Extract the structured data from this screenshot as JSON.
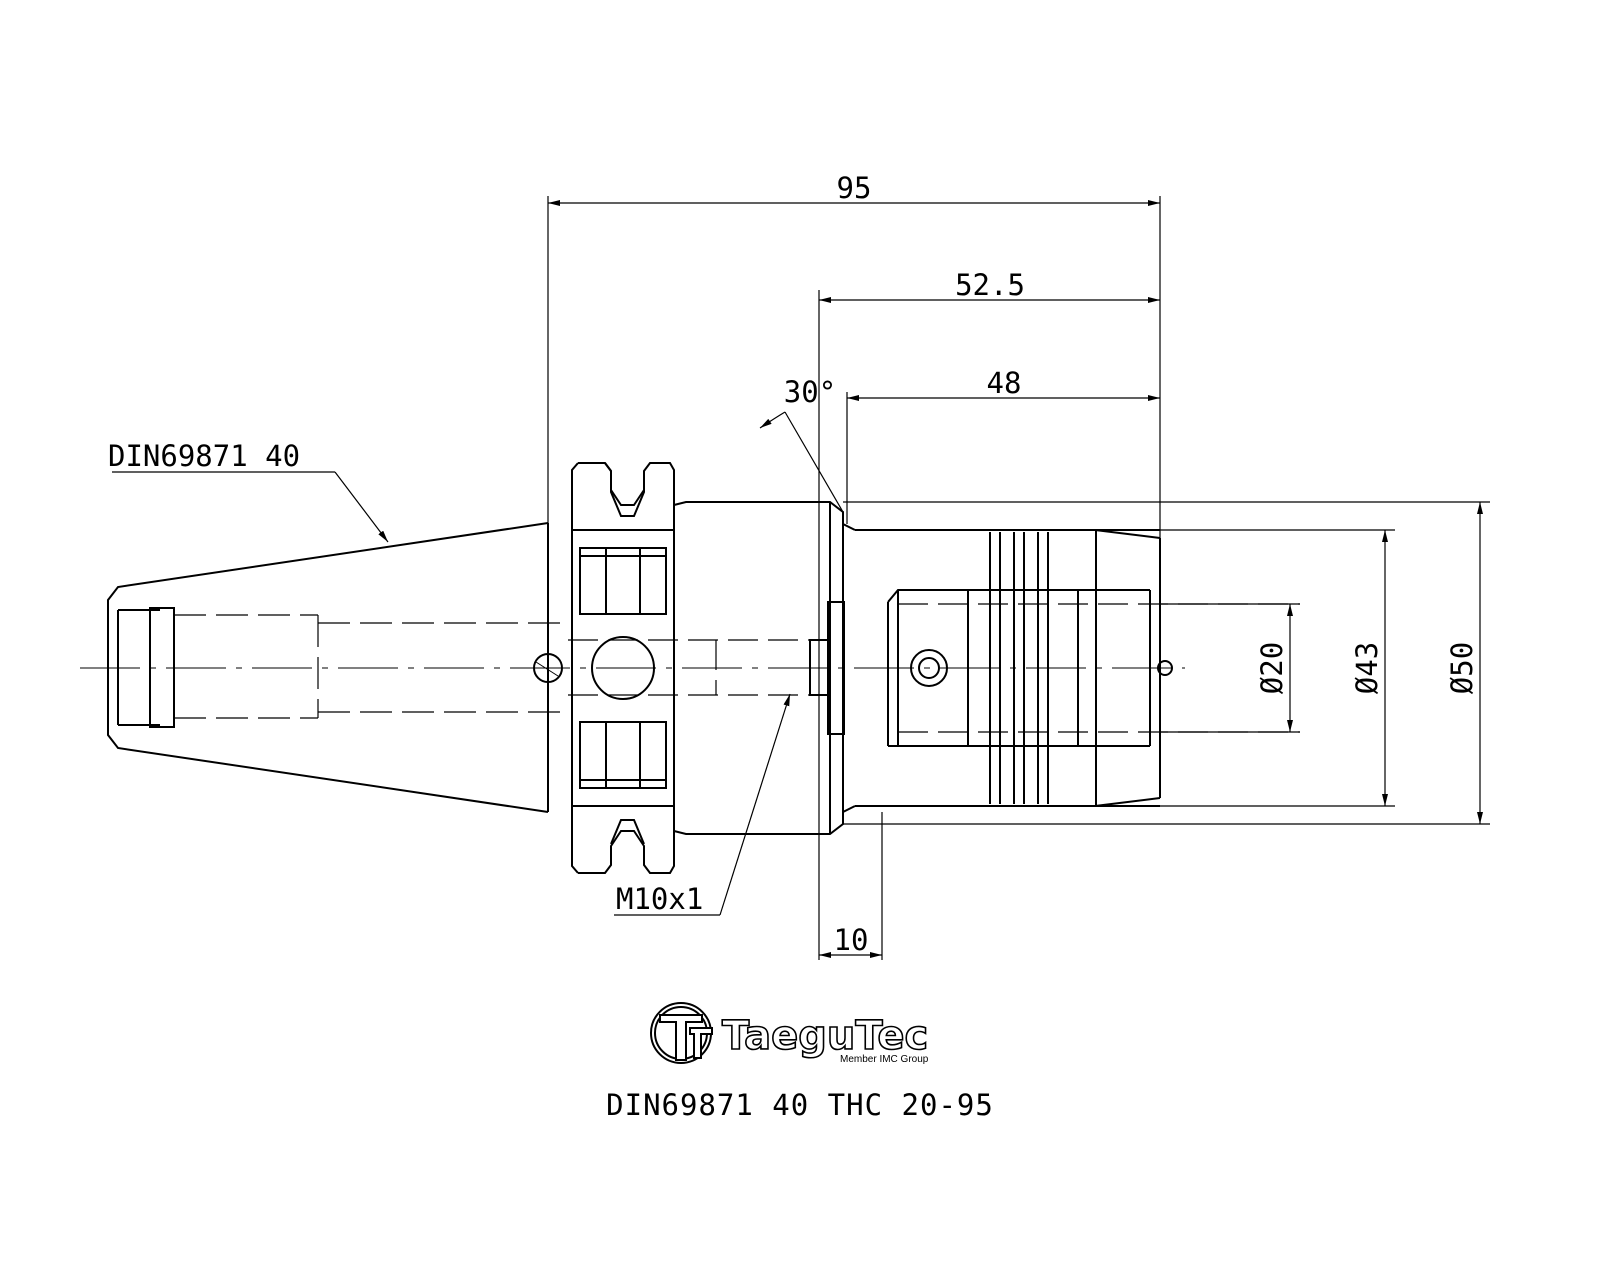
{
  "title": "DIN69871 40 THC 20-95",
  "callouts": {
    "taper": "DIN69871 40",
    "thread": "M10x1",
    "angle": "30°"
  },
  "dimensions": {
    "overall_length": "95",
    "clamp_length": "52.5",
    "bore_depth": "48",
    "flange_width": "10",
    "bore_diameter": "Ø20",
    "body_diameter": "Ø43",
    "outer_diameter": "Ø50"
  },
  "logo": {
    "brand": "TaeguTec",
    "tagline": "Member IMC Group"
  },
  "colors": {
    "ink": "#000000",
    "paper": "#ffffff"
  }
}
